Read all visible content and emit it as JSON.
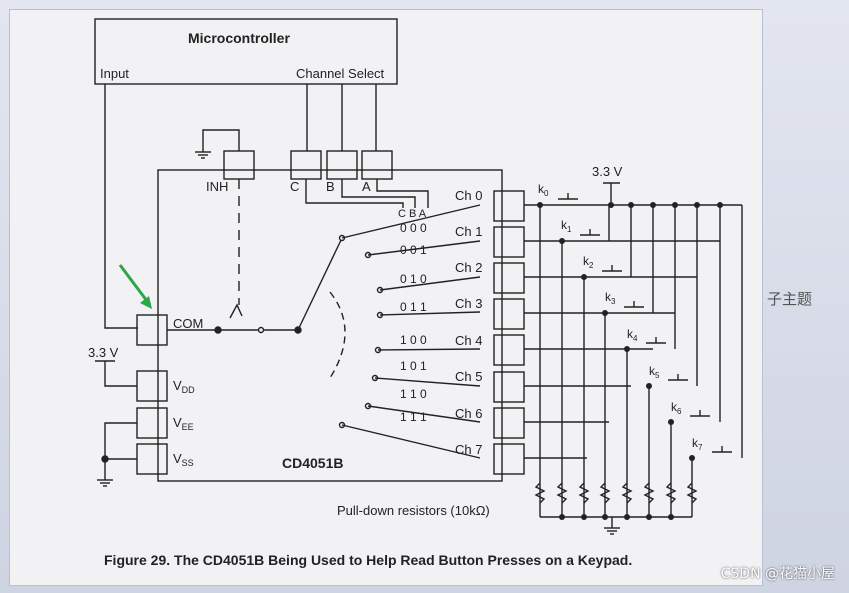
{
  "diagram": {
    "microcontroller": {
      "title": "Microcontroller",
      "input_label": "Input",
      "channel_select_label": "Channel Select"
    },
    "chip": {
      "name": "CD4051B",
      "inh": "INH",
      "c": "C",
      "b": "B",
      "a": "A",
      "cba": "C B A",
      "com": "COM",
      "vdd": "V",
      "vdd_sub": "DD",
      "vee": "V",
      "vee_sub": "EE",
      "vss": "V",
      "vss_sub": "SS",
      "channels": [
        "Ch 0",
        "Ch 1",
        "Ch 2",
        "Ch 3",
        "Ch 4",
        "Ch 5",
        "Ch 6",
        "Ch 7"
      ],
      "codes": [
        "0 0 0",
        "0 0 1",
        "0 1 0",
        "0 1 1",
        "1 0 0",
        "1 0 1",
        "1 1 0",
        "1 1 1"
      ]
    },
    "supply_left": "3.3 V",
    "supply_right": "3.3 V",
    "keys": [
      "k",
      "k",
      "k",
      "k",
      "k",
      "k",
      "k",
      "k"
    ],
    "key_subs": [
      "0",
      "1",
      "2",
      "3",
      "4",
      "5",
      "6",
      "7"
    ],
    "pulldown_label": "Pull-down resistors (10kΩ)",
    "caption": "Figure 29.  The CD4051B Being Used to Help Read Button Presses on a Keypad."
  },
  "side_label": "子主题",
  "watermark": "CSDN @花猫小屋",
  "colors": {
    "arrow": "#2aa845",
    "line": "#222222"
  }
}
